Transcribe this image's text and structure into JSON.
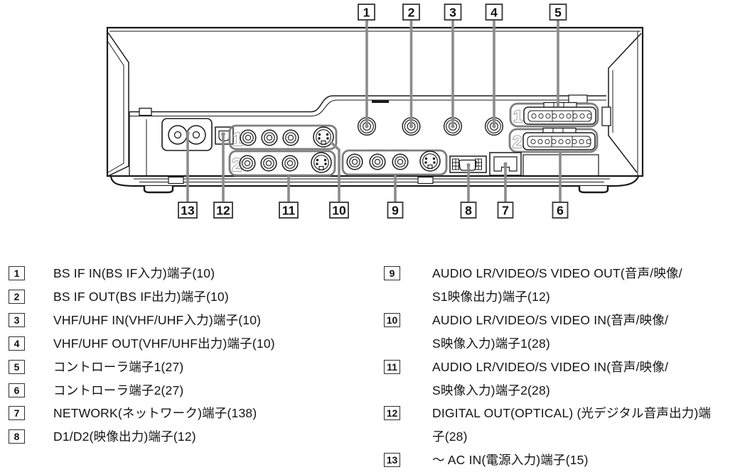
{
  "page": {
    "kind": "vcr-rear-panel-manual-page",
    "background": "#ffffff"
  },
  "diagram": {
    "description": "rear-panel-connector-diagram",
    "colors": {
      "outline": "#1a1a1a",
      "leader_line": "#8c8c8c",
      "group_outline": "#7d7d7d",
      "callout_border": "#3f3f3f"
    },
    "callouts_top": [
      "1",
      "2",
      "3",
      "4",
      "5"
    ],
    "callouts_bottom": [
      "13",
      "12",
      "11",
      "10",
      "9",
      "8",
      "7",
      "6"
    ],
    "panel_labels": {
      "input_row_1": "1",
      "input_row_2": "2",
      "controller_1": "1",
      "controller_2": "2"
    }
  },
  "legend": {
    "left": [
      {
        "num": "1",
        "text": "BS IF IN(BS IF入力)端子(10)"
      },
      {
        "num": "2",
        "text": "BS IF OUT(BS IF出力)端子(10)"
      },
      {
        "num": "3",
        "text": "VHF/UHF IN(VHF/UHF入力)端子(10)"
      },
      {
        "num": "4",
        "text": "VHF/UHF OUT(VHF/UHF出力)端子(10)"
      },
      {
        "num": "5",
        "text": "コントローラ端子1(27)"
      },
      {
        "num": "6",
        "text": "コントローラ端子2(27)"
      },
      {
        "num": "7",
        "text": "NETWORK(ネットワーク)端子(138)"
      },
      {
        "num": "8",
        "text": "D1/D2(映像出力)端子(12)"
      }
    ],
    "right": [
      {
        "num": "9",
        "line1": "AUDIO LR/VIDEO/S VIDEO OUT(音声/映像/",
        "line2": "S1映像出力)端子(12)"
      },
      {
        "num": "10",
        "line1": "AUDIO LR/VIDEO/S VIDEO IN(音声/映像/",
        "line2": "S映像入力)端子1(28)"
      },
      {
        "num": "11",
        "line1": "AUDIO LR/VIDEO/S VIDEO IN(音声/映像/",
        "line2": "S映像入力)端子2(28)"
      },
      {
        "num": "12",
        "line1": "DIGITAL OUT(OPTICAL) (光デジタル音声出力)端",
        "line2": "子(28)"
      },
      {
        "num": "13",
        "line1": "～ AC IN(電源入力)端子(15)",
        "line2": ""
      }
    ]
  }
}
